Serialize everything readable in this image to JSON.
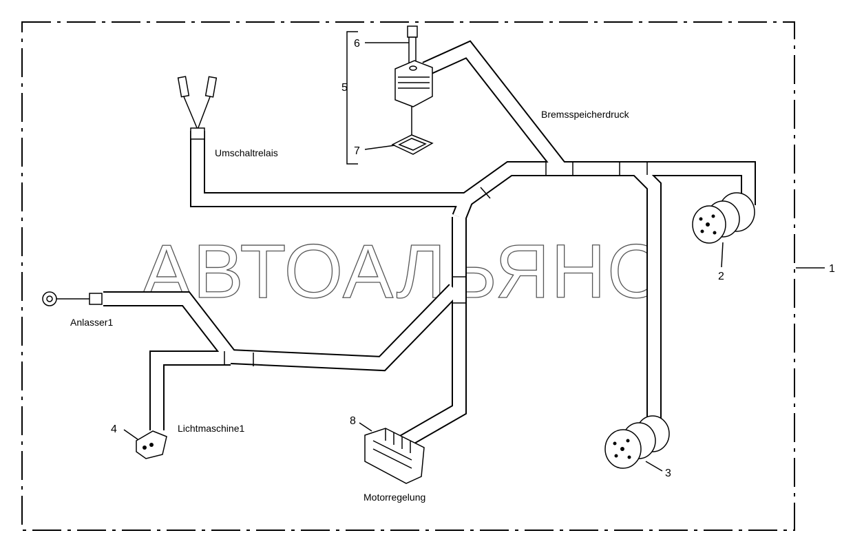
{
  "watermark": "АВТОАЛЬЯНС",
  "labels": {
    "bremsspeicherdruck": "Bremsspeicherdruck",
    "umschaltrelais": "Umschaltrelais",
    "anlasser": "Anlasser1",
    "lichtmaschine": "Lichtmaschine1",
    "motorregelung": "Motorregelung"
  },
  "callouts": {
    "c1": "1",
    "c2": "2",
    "c3": "3",
    "c4": "4",
    "c5": "5",
    "c6": "6",
    "c7": "7",
    "c8": "8"
  }
}
